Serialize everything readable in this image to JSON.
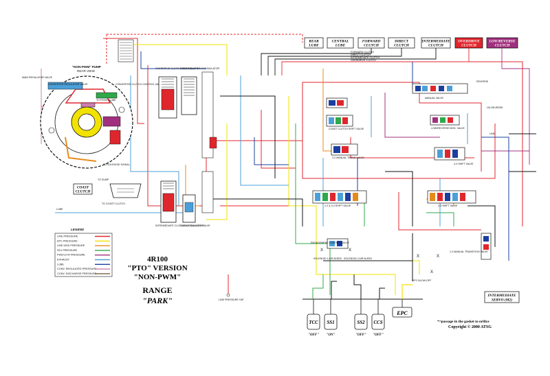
{
  "header_clutches": [
    {
      "label_line1": "REAR",
      "label_line2": "LUBE",
      "color": "#ffffff",
      "text_color": "#000000"
    },
    {
      "label_line1": "CENTRAL",
      "label_line2": "LUBE",
      "color": "#ffffff",
      "text_color": "#000000"
    },
    {
      "label_line1": "FORWARD",
      "label_line2": "CLUTCH",
      "color": "#ffffff",
      "text_color": "#000000"
    },
    {
      "label_line1": "DIRECT",
      "label_line2": "CLUTCH",
      "color": "#ffffff",
      "text_color": "#000000"
    },
    {
      "label_line1": "INTERMEDIATE",
      "label_line2": "CLUTCH",
      "color": "#ffffff",
      "text_color": "#000000"
    },
    {
      "label_line1": "OVERDRIVE",
      "label_line2": "CLUTCH",
      "color": "#e0262d",
      "text_color": "#ffffff"
    },
    {
      "label_line1": "LOW/REVERSE",
      "label_line2": "CLUTCH",
      "color": "#a0307e",
      "text_color": "#ffffff"
    }
  ],
  "circuit_labels": [
    "FORWARD CLUTCH",
    "DIRECT CLUTCH",
    "INTERMEDIATE CLUTCH",
    "OVERDRIVE CLUTCH"
  ],
  "pump": {
    "title_line1": "\"NON-PWM\" PUMP",
    "title_line2": "REAR VIEW",
    "converter_regulator": "CONVERTER REGULATOR VALVE",
    "main_regulator": "MAIN REGULATOR VALVE",
    "converter_clutch_control": "CONVERTER CLUTCH CONTROL VALVE",
    "to_front_lube": "TO FRONT LUBE",
    "to_solenoid_signal": "TO SOLENOID SIGNAL",
    "to_sump": "TO SUMP",
    "to_coast_clutch": "TO COAST CLUTCH",
    "lube": "LUBE",
    "coast_clutch_line1": "COAST",
    "coast_clutch_line2": "CLUTCH"
  },
  "valve_labels": {
    "od_servo_accum": "OVERDRIVE CLUTCH ACCUMULATOR",
    "direct_accum": "DIRECT CLUTCH ACCUMULATOR",
    "intermediate_accum": "INTERMEDIATE CLUTCH ACCUMULATOR",
    "low_mod": "LINE MODULATOR VALVE",
    "manual_valve": "MANUAL VALVE",
    "low_reverse_mod": "LOW/REVERSE MOD. VALVE",
    "coast_clutch_shift": "COAST CLUTCH SHIFT VALVE",
    "manual_timing": "3-2 MANUAL TIMING VALVE",
    "shift_12_34": "1-2 & 3-4 SHIFT VALVE",
    "shift_23": "2-3 SHIFT VALVE",
    "shift_34": "3-4 SHIFT VALVE",
    "engagement_control": "ENGAGEMENT CONTROL VALVE",
    "manual_transition": "1-2 MANUAL TRANSITION VALVE",
    "solenoid1_bleed": "SOLENOID 1 AIR BLEED",
    "solenoid2_bleed": "SOLENOID 2 AIR BLEED",
    "epc_blowoff": "EPC BLOW-OFF",
    "line_pressure_tap": "LINE PRESSURE TAP",
    "reverse": "REVERSE",
    "od_reverse": "OD REVERSE",
    "line": "LINE"
  },
  "legend": {
    "title": "LEGEND",
    "items": [
      {
        "label": "LINE PRESSURE",
        "color": "#e0262d"
      },
      {
        "label": "EPC PRESSURE",
        "color": "#f2e200"
      },
      {
        "label": "LINE MOD PRESSURE",
        "color": "#e88a1a"
      },
      {
        "label": "SS1 PRESSURE",
        "color": "#2fa84a"
      },
      {
        "label": "FWD/LO-R PRESSURE",
        "color": "#a0307e"
      },
      {
        "label": "EXHAUST",
        "color": "#4b9fd8"
      },
      {
        "label": "LUBE",
        "color": "#1a3fa0"
      },
      {
        "label": "CONV. REGULATED PRESSURE",
        "color": "#cc7fae"
      },
      {
        "label": "CONV. DISCHARGE PRESSURE",
        "color": "#7b5d3a"
      }
    ]
  },
  "main_title": {
    "line1": "4R100",
    "line2": "\"PTO\" VERSION",
    "line3": "\"NON-PWM\"",
    "range_label": "RANGE",
    "range_value": "\"PARK\""
  },
  "solenoids": [
    {
      "label": "TCC",
      "state": "\"OFF\""
    },
    {
      "label": "SS1",
      "state": "\"ON\""
    },
    {
      "label": "SS2",
      "state": "\"OFF\""
    },
    {
      "label": "CCS",
      "state": "\"OFF\""
    },
    {
      "label": "EPC",
      "state": ""
    }
  ],
  "intermediate_servo": {
    "line1": "INTERMEDIATE",
    "line2": "SERVO (M2)"
  },
  "footnote": "*=passage in the gasket to orifice",
  "copyright": "Copyright © 2000 ATSG",
  "exhaust_marks": [
    "X",
    "X",
    "X",
    "X",
    "X"
  ],
  "colors": {
    "line": "#e0262d",
    "epc": "#f2e200",
    "linemod": "#e88a1a",
    "ss1": "#2fa84a",
    "fwd": "#a0307e",
    "exhaust": "#4b9fd8",
    "lube": "#1a3fa0",
    "convreg": "#cc7fae",
    "convdis": "#7b5d3a",
    "black": "#111111"
  }
}
